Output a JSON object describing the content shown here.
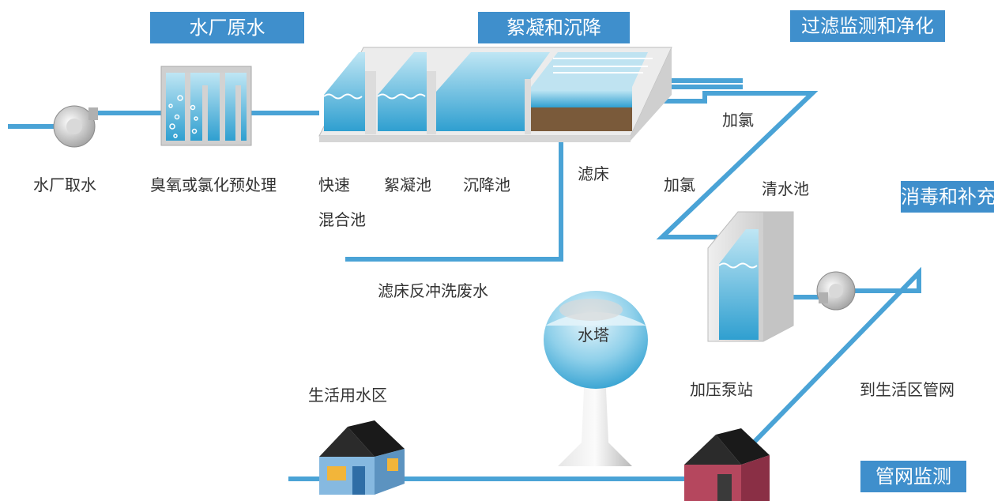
{
  "colors": {
    "banner": "#3f8fcc",
    "pipe": "#4aa3d6",
    "water": "#3aa6d4",
    "concrete": "#d4d4d4",
    "filter_media": "#7a5a3a",
    "house_wall": "#86b9e0",
    "station_wall": "#b5475e",
    "roof": "#1a1a1a"
  },
  "banners": {
    "raw_water": "水厂原水",
    "coagulation": "絮凝和沉降",
    "filtration": "过滤监测和净化",
    "disinfection": "消毒和补充",
    "network": "管网监测"
  },
  "labels": {
    "intake": "水厂取水",
    "preoxidation": "臭氧或氯化预处理",
    "rapid_mix_1": "快速",
    "rapid_mix_2": "混合池",
    "flocculation": "絮凝池",
    "sedimentation": "沉降池",
    "filter_bed": "滤床",
    "chlorine_top": "加氯",
    "chlorine_mid": "加氯",
    "clear_well": "清水池",
    "backwash": "滤床反冲洗废水",
    "water_tower": "水塔",
    "residential": "生活用水区",
    "booster": "加压泵站",
    "to_network": "到生活区管网"
  },
  "icons": {
    "intake_pump": "pump-icon",
    "booster_pump": "pump-icon",
    "residential": "house-icon",
    "booster_station": "pump-station-icon",
    "water_tower": "water-tower-icon"
  }
}
